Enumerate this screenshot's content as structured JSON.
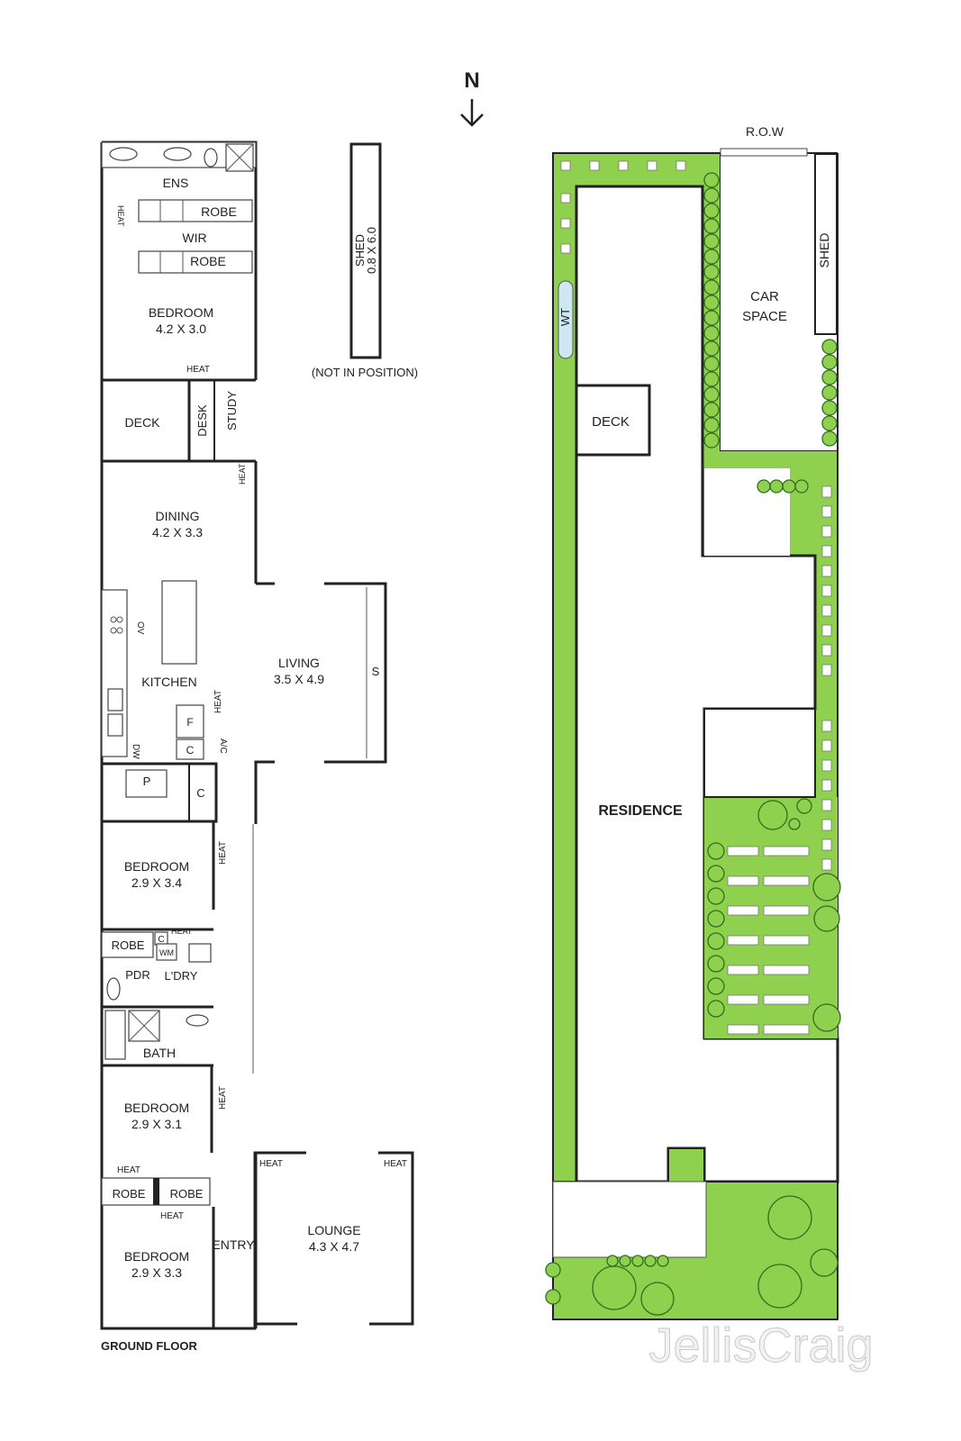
{
  "compass": {
    "letter": "N"
  },
  "ground_floor": {
    "caption": "GROUND FLOOR",
    "rooms": {
      "ens": "ENS",
      "robe_upper_1": "ROBE",
      "wir": "WIR",
      "robe_upper_2": "ROBE",
      "bedroom_main": "BEDROOM",
      "bedroom_main_size": "4.2 X 3.0",
      "deck": "DECK",
      "desk": "DESK",
      "study": "STUDY",
      "dining": "DINING",
      "dining_size": "4.2 X 3.3",
      "kitchen": "KITCHEN",
      "living": "LIVING",
      "living_size": "3.5 X 4.9",
      "bedroom_2": "BEDROOM",
      "bedroom_2_size": "2.9 X 3.4",
      "robe_mid": "ROBE",
      "pdr": "PDR",
      "ldry": "L'DRY",
      "bath": "BATH",
      "bedroom_3": "BEDROOM",
      "bedroom_3_size": "2.9 X 3.1",
      "robe_low_1": "ROBE",
      "robe_low_2": "ROBE",
      "bedroom_4": "BEDROOM",
      "bedroom_4_size": "2.9 X 3.3",
      "entry": "ENTRY",
      "lounge": "LOUNGE",
      "lounge_size": "4.3 X 4.7"
    },
    "fixtures": {
      "heat": "HEAT",
      "ov": "OV",
      "dw": "DW",
      "f": "F",
      "c": "C",
      "ac": "A/C",
      "p": "P",
      "s": "S",
      "wm": "WM"
    }
  },
  "shed_detached": {
    "label": "SHED",
    "size": "0.8 X 6.0",
    "note": "(NOT IN POSITION)"
  },
  "site_plan": {
    "row": "R.O.W",
    "shed": "SHED",
    "car_space_1": "CAR",
    "car_space_2": "SPACE",
    "wt": "WT",
    "deck": "DECK",
    "residence": "RESIDENCE",
    "colors": {
      "lawn": "#8fd14f",
      "tree_outline": "#2f6e1f"
    }
  },
  "watermark": "JellisCraig"
}
